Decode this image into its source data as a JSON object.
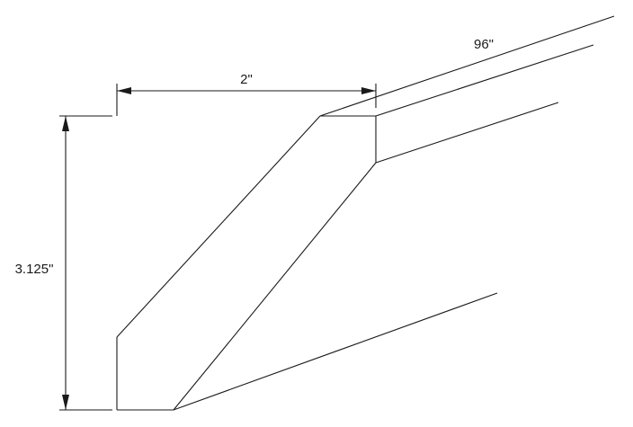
{
  "dimensions": {
    "width_label": "2\"",
    "height_label": "3.125\"",
    "length_label": "96\""
  }
}
